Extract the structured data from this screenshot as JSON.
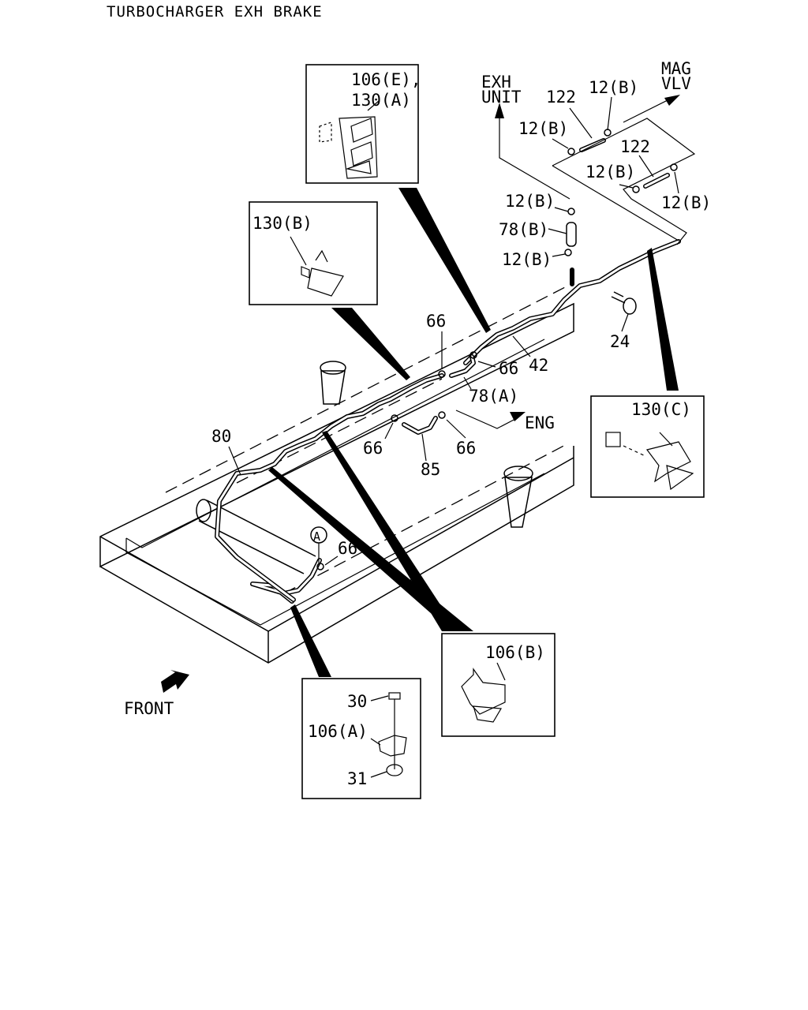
{
  "title": "TURBOCHARGER EXH BRAKE",
  "destinations": {
    "exh_unit_1": "EXH",
    "exh_unit_2": "UNIT",
    "mag_vlv_1": "MAG",
    "mag_vlv_2": "VLV",
    "eng": "ENG",
    "front": "FRONT"
  },
  "callouts": {
    "c106e": "106(E),",
    "c130a": "130(A)",
    "c130b": "130(B)",
    "c130c": "130(C)",
    "c106b": "106(B)",
    "c106a": "106(A)",
    "c30": "30",
    "c31": "31",
    "c122a": "122",
    "c122b": "122",
    "c12b_1": "12(B)",
    "c12b_2": "12(B)",
    "c12b_3": "12(B)",
    "c12b_4": "12(B)",
    "c12b_5": "12(B)",
    "c12b_6": "12(B)",
    "c78b": "78(B)",
    "c78a": "78(A)",
    "c24": "24",
    "c42": "42",
    "c66_1": "66",
    "c66_2": "66",
    "c66_3": "66",
    "c66_4": "66",
    "c66_5": "66",
    "c80": "80",
    "c85": "85",
    "ref_a": "A"
  }
}
